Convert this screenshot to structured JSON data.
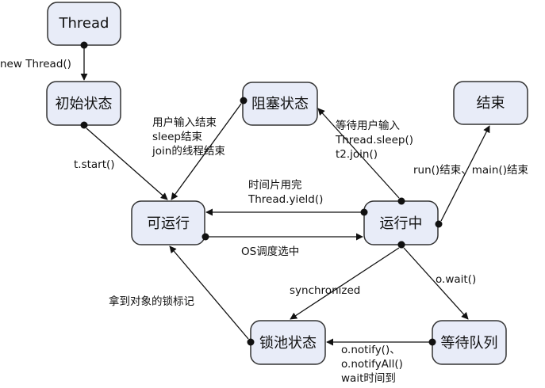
{
  "diagram": {
    "nodes": {
      "thread": "Thread",
      "initial": "初始状态",
      "blocked": "阻塞状态",
      "end": "结束",
      "runnable": "可运行",
      "running": "运行中",
      "lock_pool": "锁池状态",
      "wait_queue": "等待队列"
    },
    "edge_labels": {
      "new_thread": "new Thread()",
      "start": "t.start()",
      "unblock_1": "用户输入结束",
      "unblock_2": "sleep结束",
      "unblock_3": "join的线程结束",
      "block_1": "等待用户输入",
      "block_2": "Thread.sleep()",
      "block_3": "t2.join()",
      "finish": "run()结束、main()结束",
      "yield_1": "时间片用完",
      "yield_2": "Thread.yield()",
      "schedule": "OS调度选中",
      "synchronized": "synchronized",
      "wait": "o.wait()",
      "acquire_lock": "拿到对象的锁标记",
      "notify_1": "o.notify()、",
      "notify_2": "o.notifyAll()",
      "notify_3": "wait时间到"
    }
  },
  "colors": {
    "node_fill": "#e8ecf8",
    "node_stroke": "#333333",
    "edge": "#111111"
  }
}
